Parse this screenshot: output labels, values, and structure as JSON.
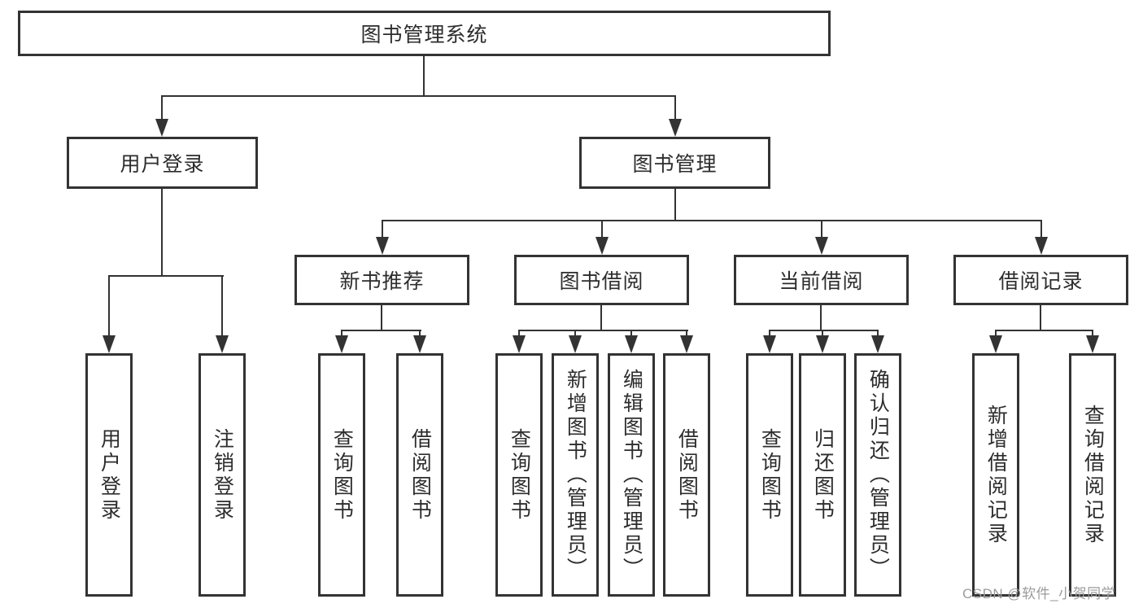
{
  "root": {
    "label": "图书管理系统"
  },
  "branches": {
    "user": {
      "label": "用户登录",
      "children": [
        {
          "label": "用户登录"
        },
        {
          "label": "注销登录"
        }
      ]
    },
    "mgmt": {
      "label": "图书管理",
      "groups": [
        {
          "label": "新书推荐",
          "children": [
            {
              "label": "查询图书"
            },
            {
              "label": "借阅图书"
            }
          ]
        },
        {
          "label": "图书借阅",
          "children": [
            {
              "label": "查询图书"
            },
            {
              "label": "新增图书（管理员）"
            },
            {
              "label": "编辑图书（管理员）"
            },
            {
              "label": "借阅图书"
            }
          ]
        },
        {
          "label": "当前借阅",
          "children": [
            {
              "label": "查询图书"
            },
            {
              "label": "归还图书"
            },
            {
              "label": "确认归还（管理员）"
            }
          ]
        },
        {
          "label": "借阅记录",
          "children": [
            {
              "label": "新增借阅记录"
            },
            {
              "label": "查询借阅记录"
            }
          ]
        }
      ]
    }
  },
  "watermark": {
    "text": "CSDN @软件_小贺同学"
  },
  "colors": {
    "line": "#333333",
    "border": "#333333",
    "text": "#2d2d2d",
    "watermark": "#9b9b9b",
    "background": "#ffffff"
  }
}
